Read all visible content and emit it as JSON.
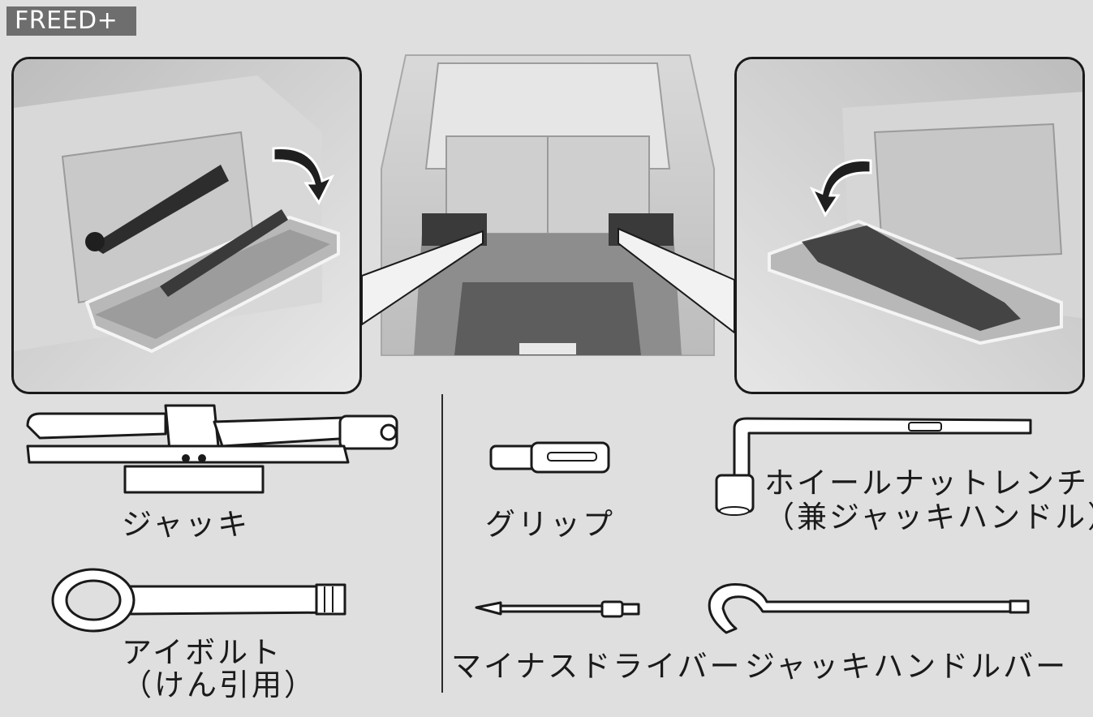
{
  "badge": "FREED+",
  "tools": {
    "jack": "ジャッキ",
    "eyebolt_line1": "アイボルト",
    "eyebolt_line2": "（けん引用）",
    "grip": "グリップ",
    "screwdriver": "マイナスドライバー",
    "wrench_line1": "ホイールナットレンチ",
    "wrench_line2": "（兼ジャッキハンドル）",
    "handle_bar": "ジャッキハンドルバー"
  },
  "icons": {
    "left_arrow": "curved-arrow-clockwise-icon",
    "right_arrow": "curved-arrow-counterclockwise-icon"
  }
}
